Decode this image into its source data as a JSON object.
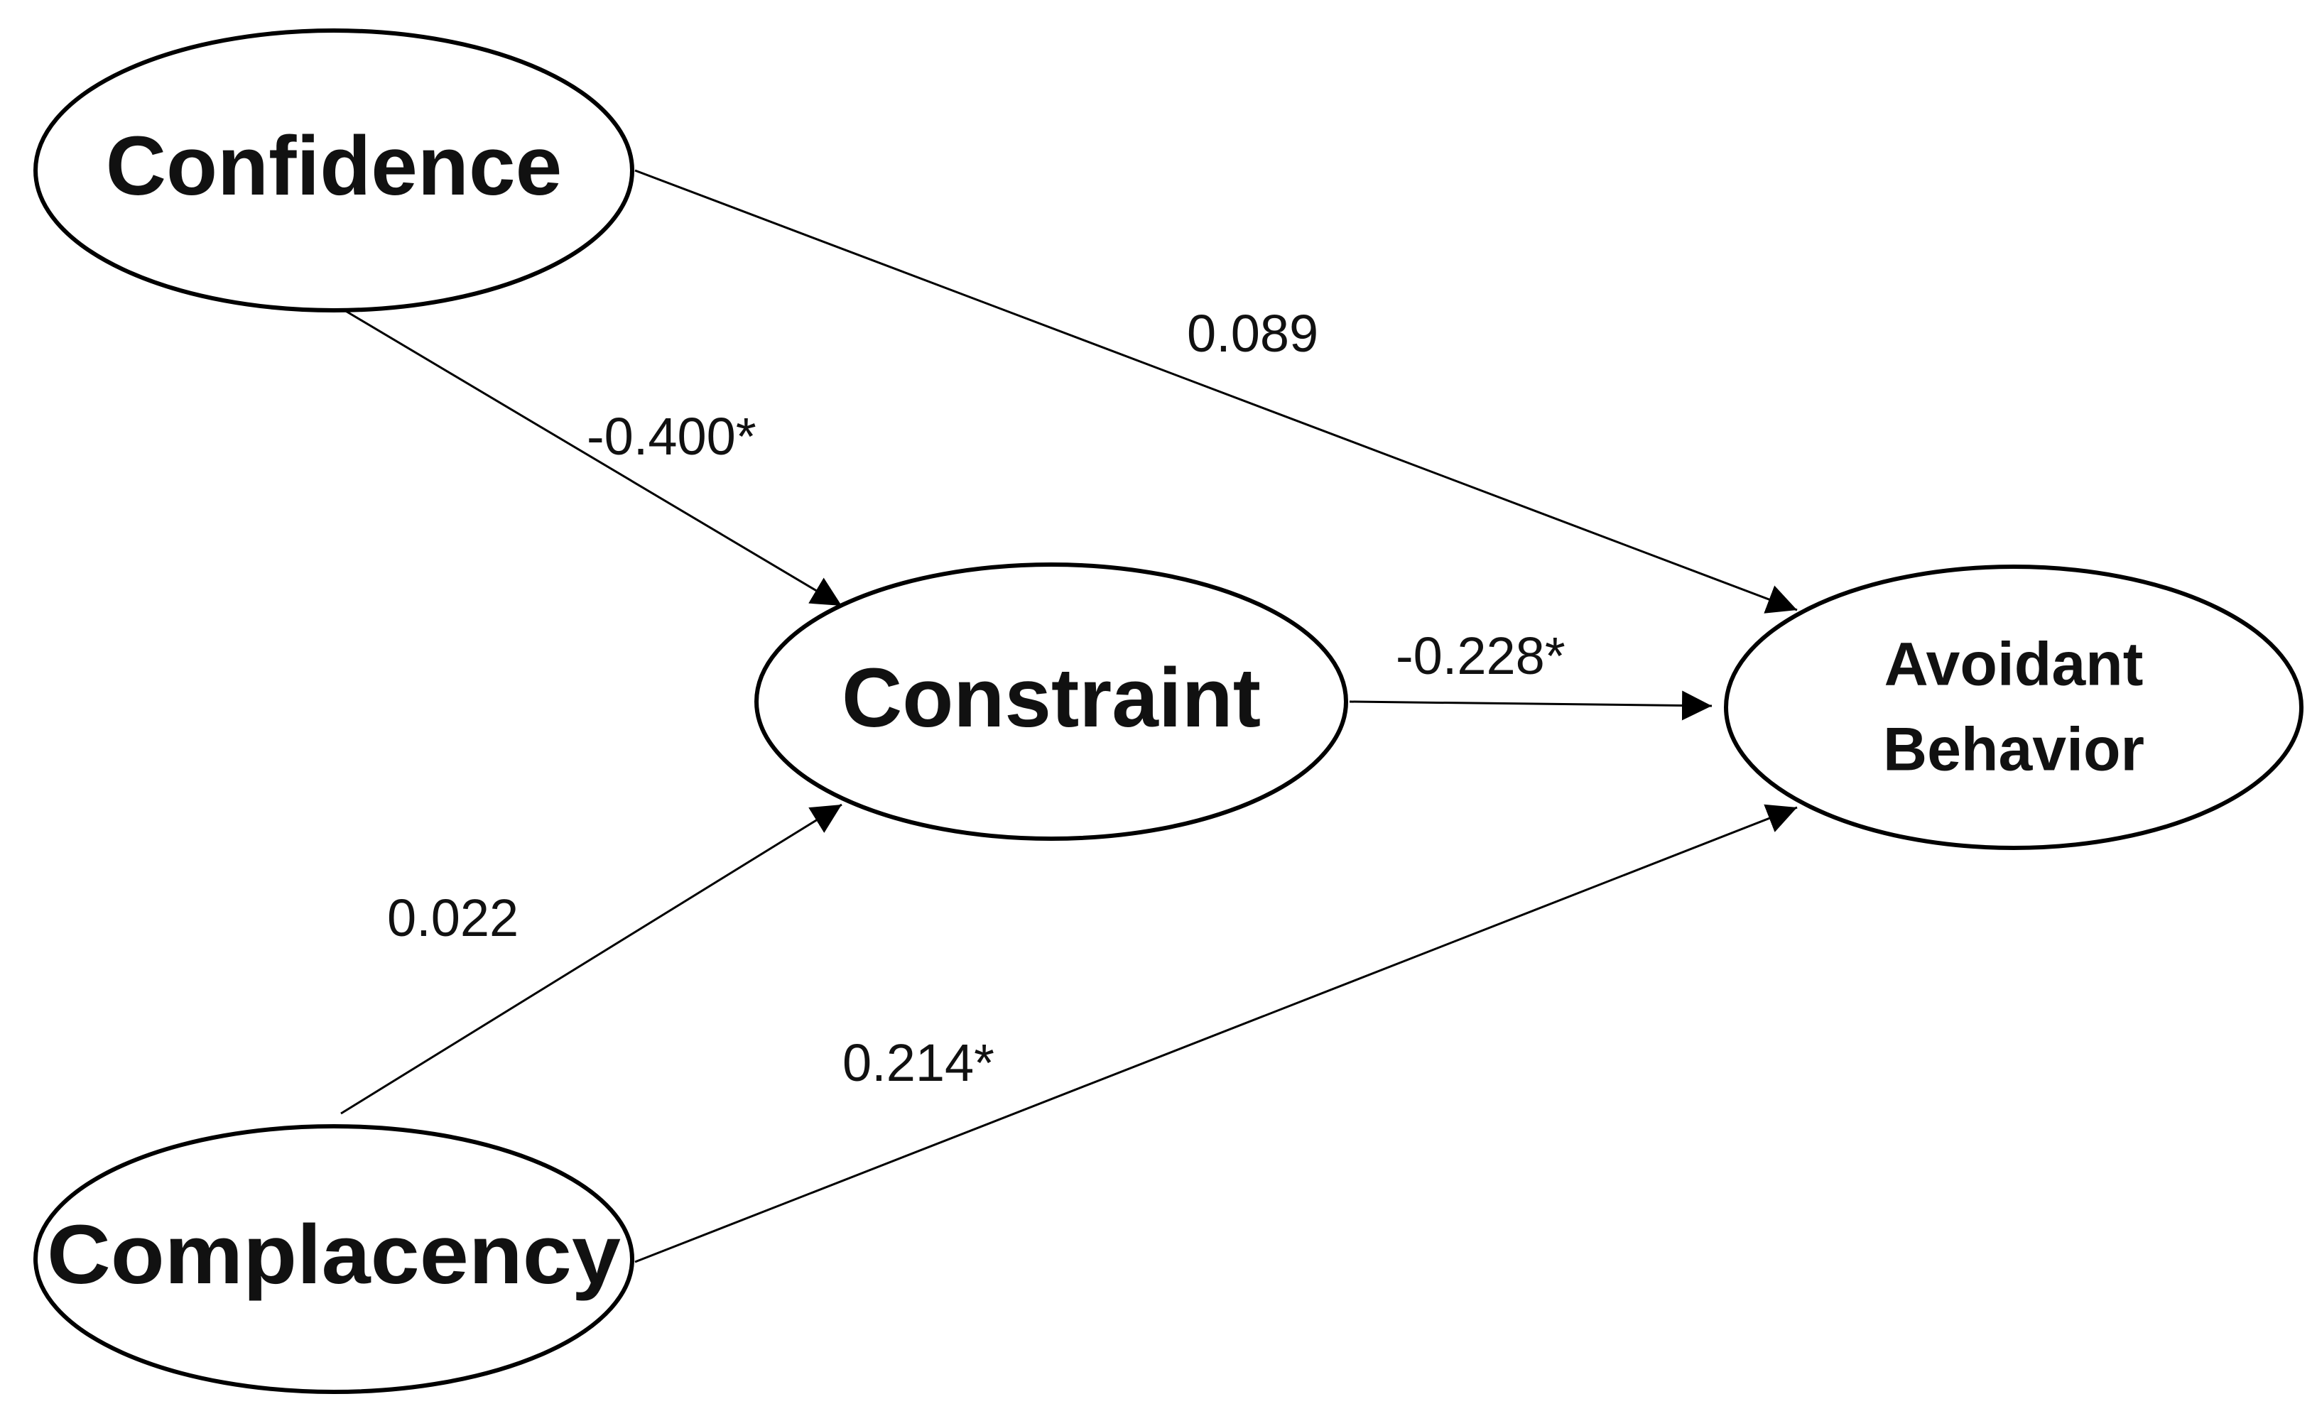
{
  "nodes": {
    "confidence": "Confidence",
    "complacency": "Complacency",
    "constraint": "Constraint",
    "avoidant_line1": "Avoidant",
    "avoidant_line2": "Behavior"
  },
  "edges": [
    {
      "from": "Confidence",
      "to": "Constraint",
      "label": "-0.400*"
    },
    {
      "from": "Confidence",
      "to": "Avoidant Behavior",
      "label": "0.089"
    },
    {
      "from": "Constraint",
      "to": "Avoidant Behavior",
      "label": "-0.228*"
    },
    {
      "from": "Complacency",
      "to": "Constraint",
      "label": "0.022"
    },
    {
      "from": "Complacency",
      "to": "Avoidant Behavior",
      "label": "0.214*"
    }
  ]
}
